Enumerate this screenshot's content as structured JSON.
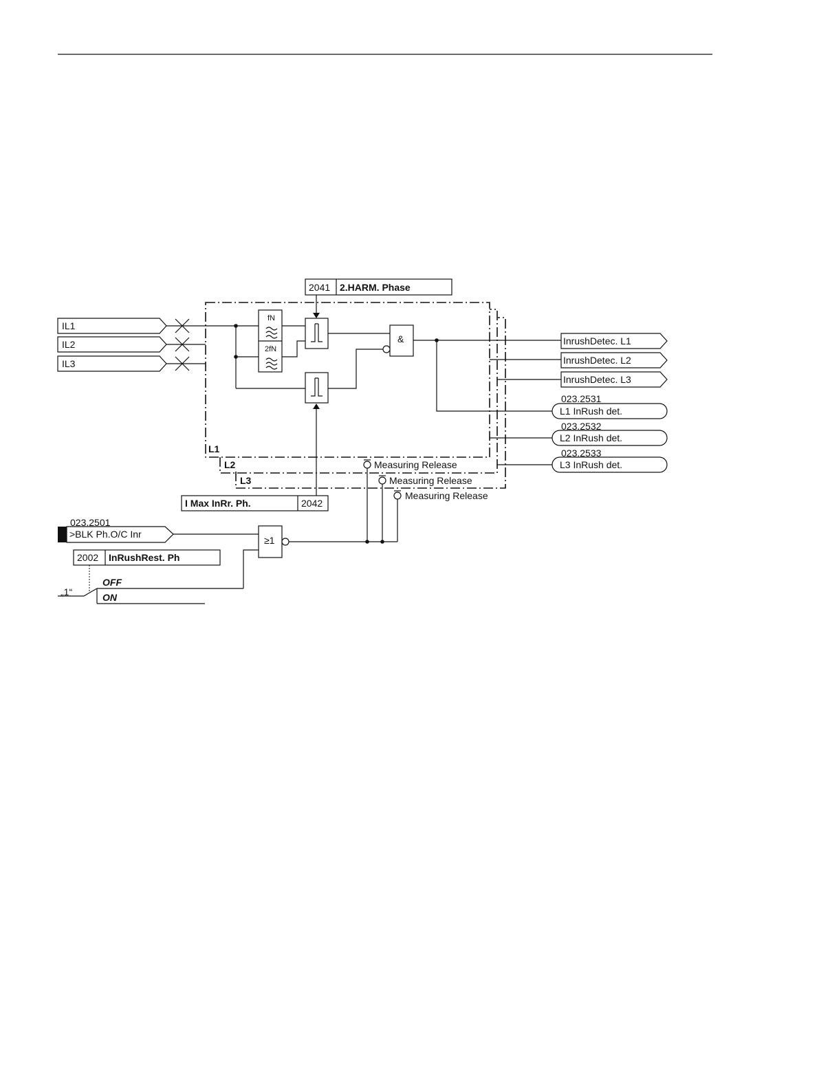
{
  "inputs": [
    "IL1",
    "IL2",
    "IL3"
  ],
  "filters": {
    "fn": "fN",
    "f2n": "2fN"
  },
  "param_harm": {
    "addr": "2041",
    "label": "2.HARM. Phase"
  },
  "param_imax": {
    "addr": "2042",
    "label": "I Max InRr. Ph."
  },
  "param_rest": {
    "addr": "2002",
    "label": "InRushRest. Ph"
  },
  "and_gate": "&",
  "or_gate": "≥1",
  "phase_regions": [
    "L1",
    "L2",
    "L3"
  ],
  "measuring_release": "Measuring Release",
  "outputs_detec": [
    "InrushDetec. L1",
    "InrushDetec. L2",
    "InrushDetec. L3"
  ],
  "outputs_det": [
    {
      "addr": "023.2531",
      "label": "L1 InRush det."
    },
    {
      "addr": "023.2532",
      "label": "L2 InRush det."
    },
    {
      "addr": "023.2533",
      "label": "L3 InRush det."
    }
  ],
  "block_input": {
    "addr": "023.2501",
    "label": ">BLK Ph.O/C Inr"
  },
  "switch": {
    "const": "„1“",
    "off": "OFF",
    "on": "ON"
  }
}
